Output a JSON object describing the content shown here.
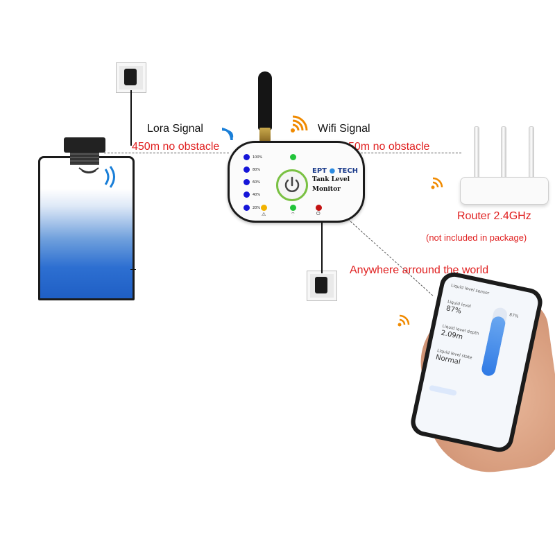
{
  "labels": {
    "lora_signal": "Lora Signal",
    "lora_distance": "450m no obstacle",
    "wifi_signal": "Wifi Signal",
    "wifi_distance": "50m no obstacle",
    "router": "Router 2.4GHz",
    "router_note": "(not included in package)",
    "anywhere": "Anywhere arround the world"
  },
  "device": {
    "brand": "EPT",
    "brand_suffix": "TECH",
    "name_line1": "Tank Level",
    "name_line2": "Monitor",
    "levels": [
      "100%",
      "80%",
      "60%",
      "40%",
      "20%"
    ]
  },
  "phone": {
    "title": "Liquid level sensor",
    "level_label": "Liquid level",
    "level_value": "87%",
    "level_fraction": 0.87,
    "depth_label": "Liquid level depth",
    "depth_value": "2.09m",
    "state_label": "Liquid level state",
    "state_value": "Normal",
    "bar_label": "87%"
  },
  "colors": {
    "label_red": "#e02020",
    "led_blue": "#1515d8",
    "led_yellow": "#f2b200",
    "led_green": "#22c43a",
    "led_red": "#c31212",
    "power_green": "#7ac143",
    "lora_wave": "#1a7fd8",
    "wifi_wave": "#f08a00"
  },
  "icons": [
    "lora-wave-icon",
    "wifi-wave-icon",
    "power-icon",
    "warning-icon",
    "wifi-icon"
  ]
}
